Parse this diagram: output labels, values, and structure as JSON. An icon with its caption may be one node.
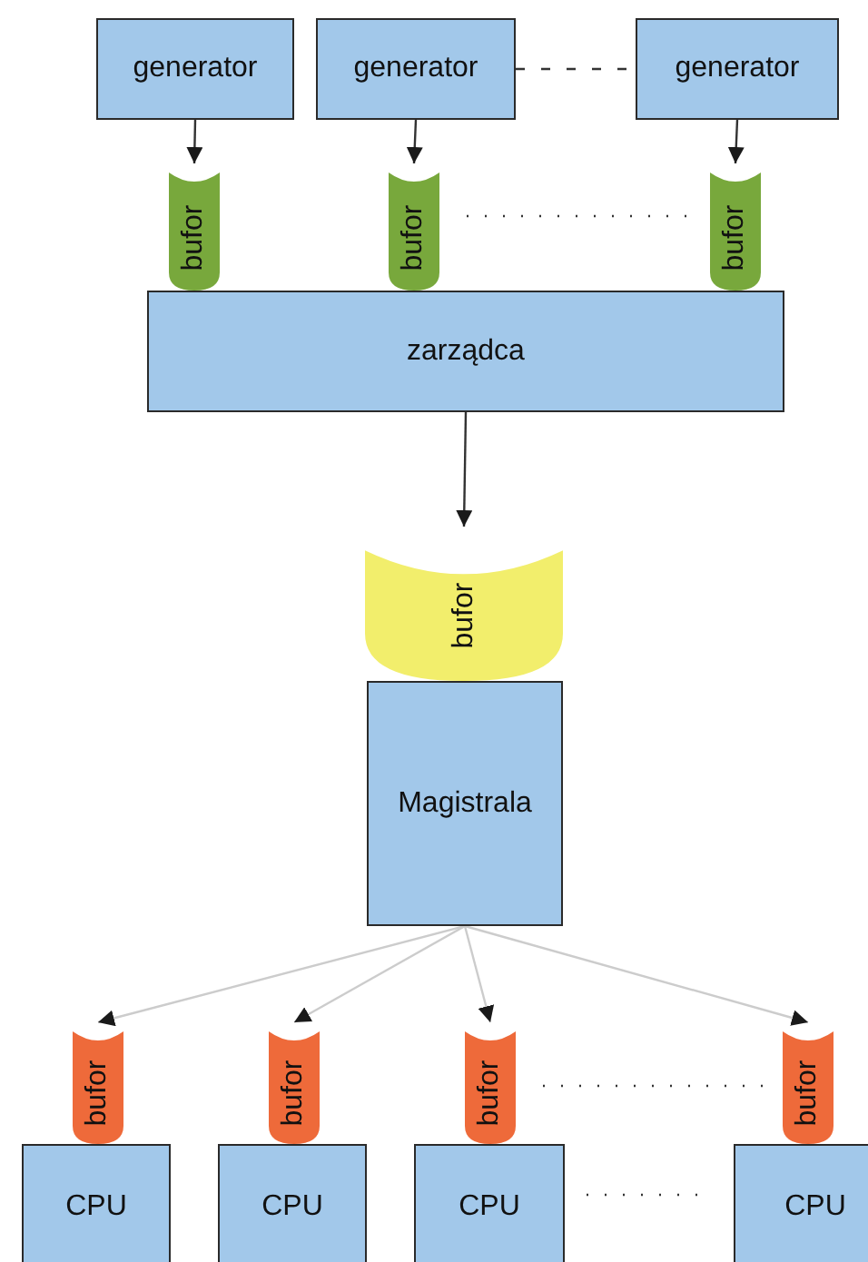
{
  "diagram": {
    "nodes": [
      {
        "text": [
          "generator"
        ]
      },
      {
        "text": [
          "generator"
        ]
      },
      {
        "text": [
          "generator"
        ]
      },
      {
        "text": [
          "bufor"
        ]
      },
      {
        "text": [
          "bufor"
        ]
      },
      {
        "text": [
          "bufor"
        ]
      },
      {
        "text": [
          "zarządca"
        ]
      },
      {
        "text": [
          "bufor"
        ]
      },
      {
        "text": [
          "Magistrala"
        ]
      },
      {
        "text": [
          "bufor"
        ]
      },
      {
        "text": [
          "bufor"
        ]
      },
      {
        "text": [
          "bufor"
        ]
      },
      {
        "text": [
          "bufor"
        ]
      },
      {
        "text": [
          "CPU"
        ]
      },
      {
        "text": [
          "CPU"
        ]
      },
      {
        "text": [
          "CPU"
        ]
      },
      {
        "text": [
          "CPU"
        ]
      }
    ],
    "edges": [
      {
        "from": 0,
        "to": 3,
        "arrow": "to"
      },
      {
        "from": 1,
        "to": 4,
        "arrow": "to"
      },
      {
        "from": 2,
        "to": 5,
        "arrow": "to"
      },
      {
        "from": 1,
        "to": 2,
        "arrow": "none",
        "style": "dashed"
      },
      {
        "from": 6,
        "to": 7,
        "arrow": "to"
      },
      {
        "from": 8,
        "to": 9,
        "arrow": "to",
        "color": "#cccccc"
      },
      {
        "from": 8,
        "to": 10,
        "arrow": "to",
        "color": "#cccccc"
      },
      {
        "from": 8,
        "to": 11,
        "arrow": "to",
        "color": "#cccccc"
      },
      {
        "from": 8,
        "to": 12,
        "arrow": "to",
        "color": "#cccccc"
      }
    ]
  }
}
